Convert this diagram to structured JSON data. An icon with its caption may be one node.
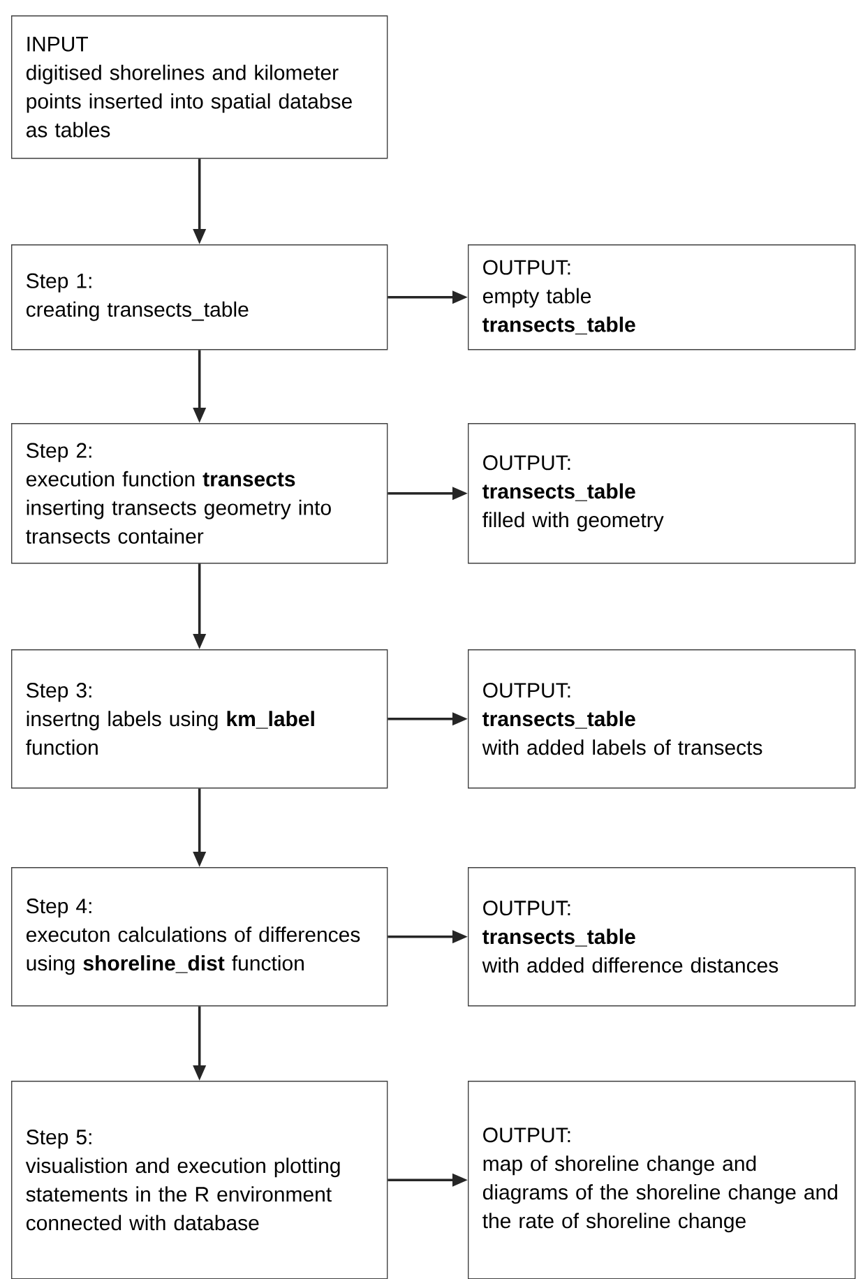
{
  "diagram": {
    "nodes": [
      {
        "text": [
          "INPUT",
          "digitised shorelines and kilometer points inserted into spatial databse as tables"
        ]
      },
      {
        "text": [
          "Step 1:",
          "creating transects_table"
        ]
      },
      {
        "text": [
          "OUTPUT:",
          "empty table",
          "**transects_table**"
        ]
      },
      {
        "text": [
          "Step 2:",
          "execution function **transects** inserting transects geometry into transects container"
        ]
      },
      {
        "text": [
          "OUTPUT:",
          "**transects_table**",
          "filled with geometry"
        ]
      },
      {
        "text": [
          "Step 3:",
          "insertng labels using **km_label** function"
        ]
      },
      {
        "text": [
          "OUTPUT:",
          "**transects_table**",
          "with added labels of transects"
        ]
      },
      {
        "text": [
          "Step 4:",
          "executon calculations of differences using **shoreline_dist** function"
        ]
      },
      {
        "text": [
          "OUTPUT:",
          "**transects_table**",
          "with added difference distances"
        ]
      },
      {
        "text": [
          "Step 5:",
          "visualistion and execution plotting statements in the R environment connected with database"
        ]
      },
      {
        "text": [
          "OUTPUT:",
          "map of shoreline change and diagrams of the shoreline change and the rate of shoreline change"
        ]
      }
    ],
    "edges": [
      {
        "from": 0,
        "to": 1,
        "arrow": "to"
      },
      {
        "from": 1,
        "to": 2,
        "arrow": "to"
      },
      {
        "from": 1,
        "to": 3,
        "arrow": "to"
      },
      {
        "from": 3,
        "to": 4,
        "arrow": "to"
      },
      {
        "from": 3,
        "to": 5,
        "arrow": "to"
      },
      {
        "from": 5,
        "to": 6,
        "arrow": "to"
      },
      {
        "from": 5,
        "to": 7,
        "arrow": "to"
      },
      {
        "from": 7,
        "to": 8,
        "arrow": "to"
      },
      {
        "from": 7,
        "to": 9,
        "arrow": "to"
      },
      {
        "from": 9,
        "to": 10,
        "arrow": "to"
      }
    ]
  }
}
